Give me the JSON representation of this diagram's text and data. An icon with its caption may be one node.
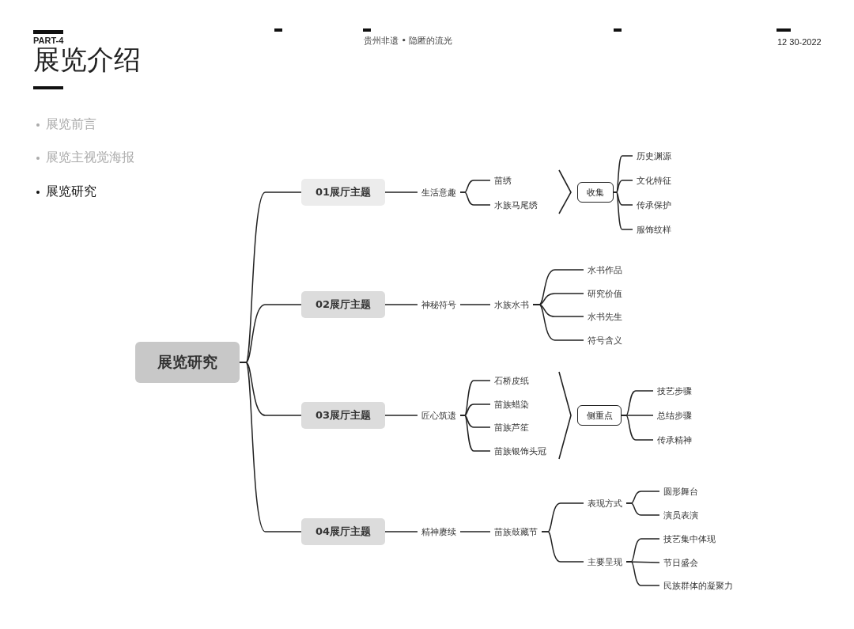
{
  "diagram": {
    "title": "展览介绍",
    "nodes": [
      {
        "text": [
          "展览研究"
        ]
      },
      {
        "text": [
          "01展厅主题"
        ]
      },
      {
        "text": [
          "生活意趣"
        ]
      },
      {
        "text": [
          "苗绣"
        ]
      },
      {
        "text": [
          "水族马尾绣"
        ]
      },
      {
        "text": [
          "收集"
        ]
      },
      {
        "text": [
          "历史渊源"
        ]
      },
      {
        "text": [
          "文化特征"
        ]
      },
      {
        "text": [
          "传承保护"
        ]
      },
      {
        "text": [
          "服饰纹样"
        ]
      },
      {
        "text": [
          "02展厅主题"
        ]
      },
      {
        "text": [
          "神秘符号"
        ]
      },
      {
        "text": [
          "水族水书"
        ]
      },
      {
        "text": [
          "水书作品"
        ]
      },
      {
        "text": [
          "研究价值"
        ]
      },
      {
        "text": [
          "水书先生"
        ]
      },
      {
        "text": [
          "符号含义"
        ]
      },
      {
        "text": [
          "03展厅主题"
        ]
      },
      {
        "text": [
          "匠心筑遗"
        ]
      },
      {
        "text": [
          "石桥皮纸"
        ]
      },
      {
        "text": [
          "苗族蜡染"
        ]
      },
      {
        "text": [
          "苗族芦笙"
        ]
      },
      {
        "text": [
          "苗族银饰头冠"
        ]
      },
      {
        "text": [
          "侧重点"
        ]
      },
      {
        "text": [
          "技艺步骤"
        ]
      },
      {
        "text": [
          "总结步骤"
        ]
      },
      {
        "text": [
          "传承精神"
        ]
      },
      {
        "text": [
          "04展厅主题"
        ]
      },
      {
        "text": [
          "精神赓续"
        ]
      },
      {
        "text": [
          "苗族鼓藏节"
        ]
      },
      {
        "text": [
          "表现方式"
        ]
      },
      {
        "text": [
          "主要呈现"
        ]
      },
      {
        "text": [
          "圆形舞台"
        ]
      },
      {
        "text": [
          "演员表演"
        ]
      },
      {
        "text": [
          "技艺集中体现"
        ]
      },
      {
        "text": [
          "节日盛会"
        ]
      },
      {
        "text": [
          "民族群体的凝聚力"
        ]
      }
    ],
    "edges": [
      {
        "from": 0,
        "to": 1,
        "arrow": "none"
      },
      {
        "from": 0,
        "to": 10,
        "arrow": "none"
      },
      {
        "from": 0,
        "to": 17,
        "arrow": "none"
      },
      {
        "from": 0,
        "to": 27,
        "arrow": "none"
      },
      {
        "from": 1,
        "to": 2,
        "arrow": "none"
      },
      {
        "from": 2,
        "to": 3,
        "arrow": "none"
      },
      {
        "from": 2,
        "to": 4,
        "arrow": "none"
      },
      {
        "from": 5,
        "to": 6,
        "arrow": "none"
      },
      {
        "from": 5,
        "to": 7,
        "arrow": "none"
      },
      {
        "from": 5,
        "to": 8,
        "arrow": "none"
      },
      {
        "from": 5,
        "to": 9,
        "arrow": "none"
      },
      {
        "from": 10,
        "to": 11,
        "arrow": "none"
      },
      {
        "from": 11,
        "to": 12,
        "arrow": "none"
      },
      {
        "from": 12,
        "to": 13,
        "arrow": "none"
      },
      {
        "from": 12,
        "to": 14,
        "arrow": "none"
      },
      {
        "from": 12,
        "to": 15,
        "arrow": "none"
      },
      {
        "from": 12,
        "to": 16,
        "arrow": "none"
      },
      {
        "from": 17,
        "to": 18,
        "arrow": "none"
      },
      {
        "from": 18,
        "to": 19,
        "arrow": "none"
      },
      {
        "from": 18,
        "to": 20,
        "arrow": "none"
      },
      {
        "from": 18,
        "to": 21,
        "arrow": "none"
      },
      {
        "from": 18,
        "to": 22,
        "arrow": "none"
      },
      {
        "from": 23,
        "to": 24,
        "arrow": "none"
      },
      {
        "from": 23,
        "to": 25,
        "arrow": "none"
      },
      {
        "from": 23,
        "to": 26,
        "arrow": "none"
      },
      {
        "from": 27,
        "to": 28,
        "arrow": "none"
      },
      {
        "from": 28,
        "to": 29,
        "arrow": "none"
      },
      {
        "from": 29,
        "to": 30,
        "arrow": "none"
      },
      {
        "from": 29,
        "to": 31,
        "arrow": "none"
      },
      {
        "from": 30,
        "to": 32,
        "arrow": "none"
      },
      {
        "from": 30,
        "to": 33,
        "arrow": "none"
      },
      {
        "from": 31,
        "to": 34,
        "arrow": "none"
      },
      {
        "from": 31,
        "to": 35,
        "arrow": "none"
      },
      {
        "from": 31,
        "to": 36,
        "arrow": "none"
      }
    ],
    "labels": [
      "PART-4",
      "贵州非遗 • 隐匿的流光",
      "12 30-2022",
      "展览前言",
      "展览主视觉海报",
      "展览研究"
    ]
  }
}
